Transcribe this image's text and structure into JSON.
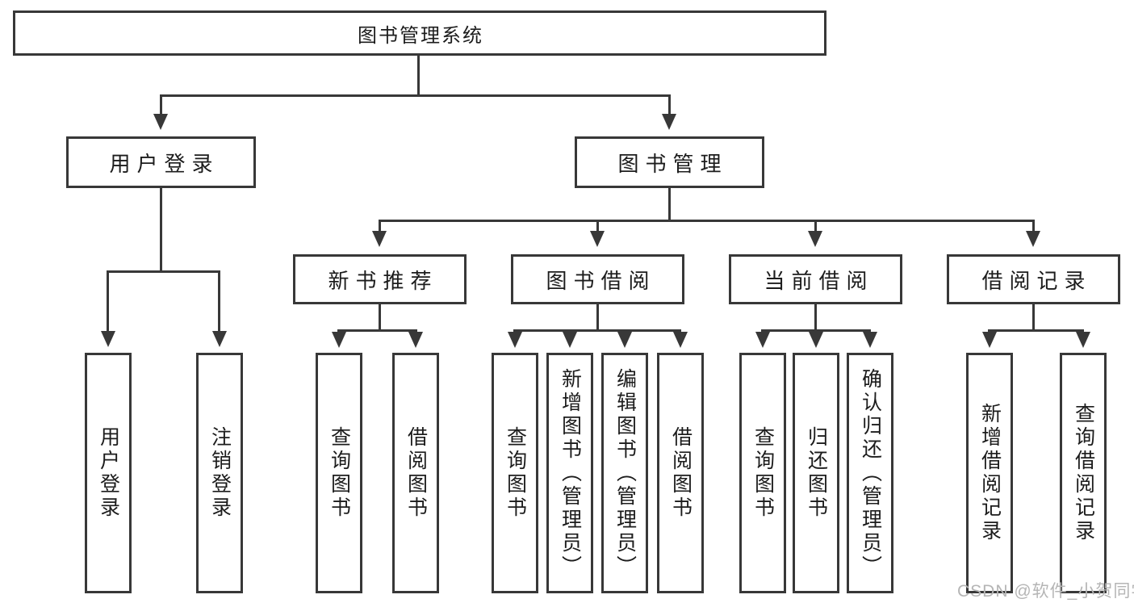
{
  "diagram": {
    "root": {
      "label": "图书管理系统"
    },
    "level2": [
      {
        "label": "用户登录"
      },
      {
        "label": "图书管理"
      }
    ],
    "level3": [
      {
        "label": "新书推荐"
      },
      {
        "label": "图书借阅"
      },
      {
        "label": "当前借阅"
      },
      {
        "label": "借阅记录"
      }
    ],
    "leaves": {
      "user_login": [
        "用户登录",
        "注销登录"
      ],
      "new_book_recommendation": [
        "查询图书",
        "借阅图书"
      ],
      "book_borrowing": [
        "查询图书",
        "新增图书（管理员）",
        "编辑图书（管理员）",
        "借阅图书"
      ],
      "current_borrowing": [
        "查询图书",
        "归还图书",
        "确认归还（管理员）"
      ],
      "borrowing_records": [
        "新增借阅记录",
        "查询借阅记录"
      ]
    }
  },
  "watermark": "CSDN @软件_小贺同学",
  "colors": {
    "line": "#383838",
    "text": "#1c1c1c",
    "watermark": "#b5b5b5",
    "background": "#ffffff"
  }
}
